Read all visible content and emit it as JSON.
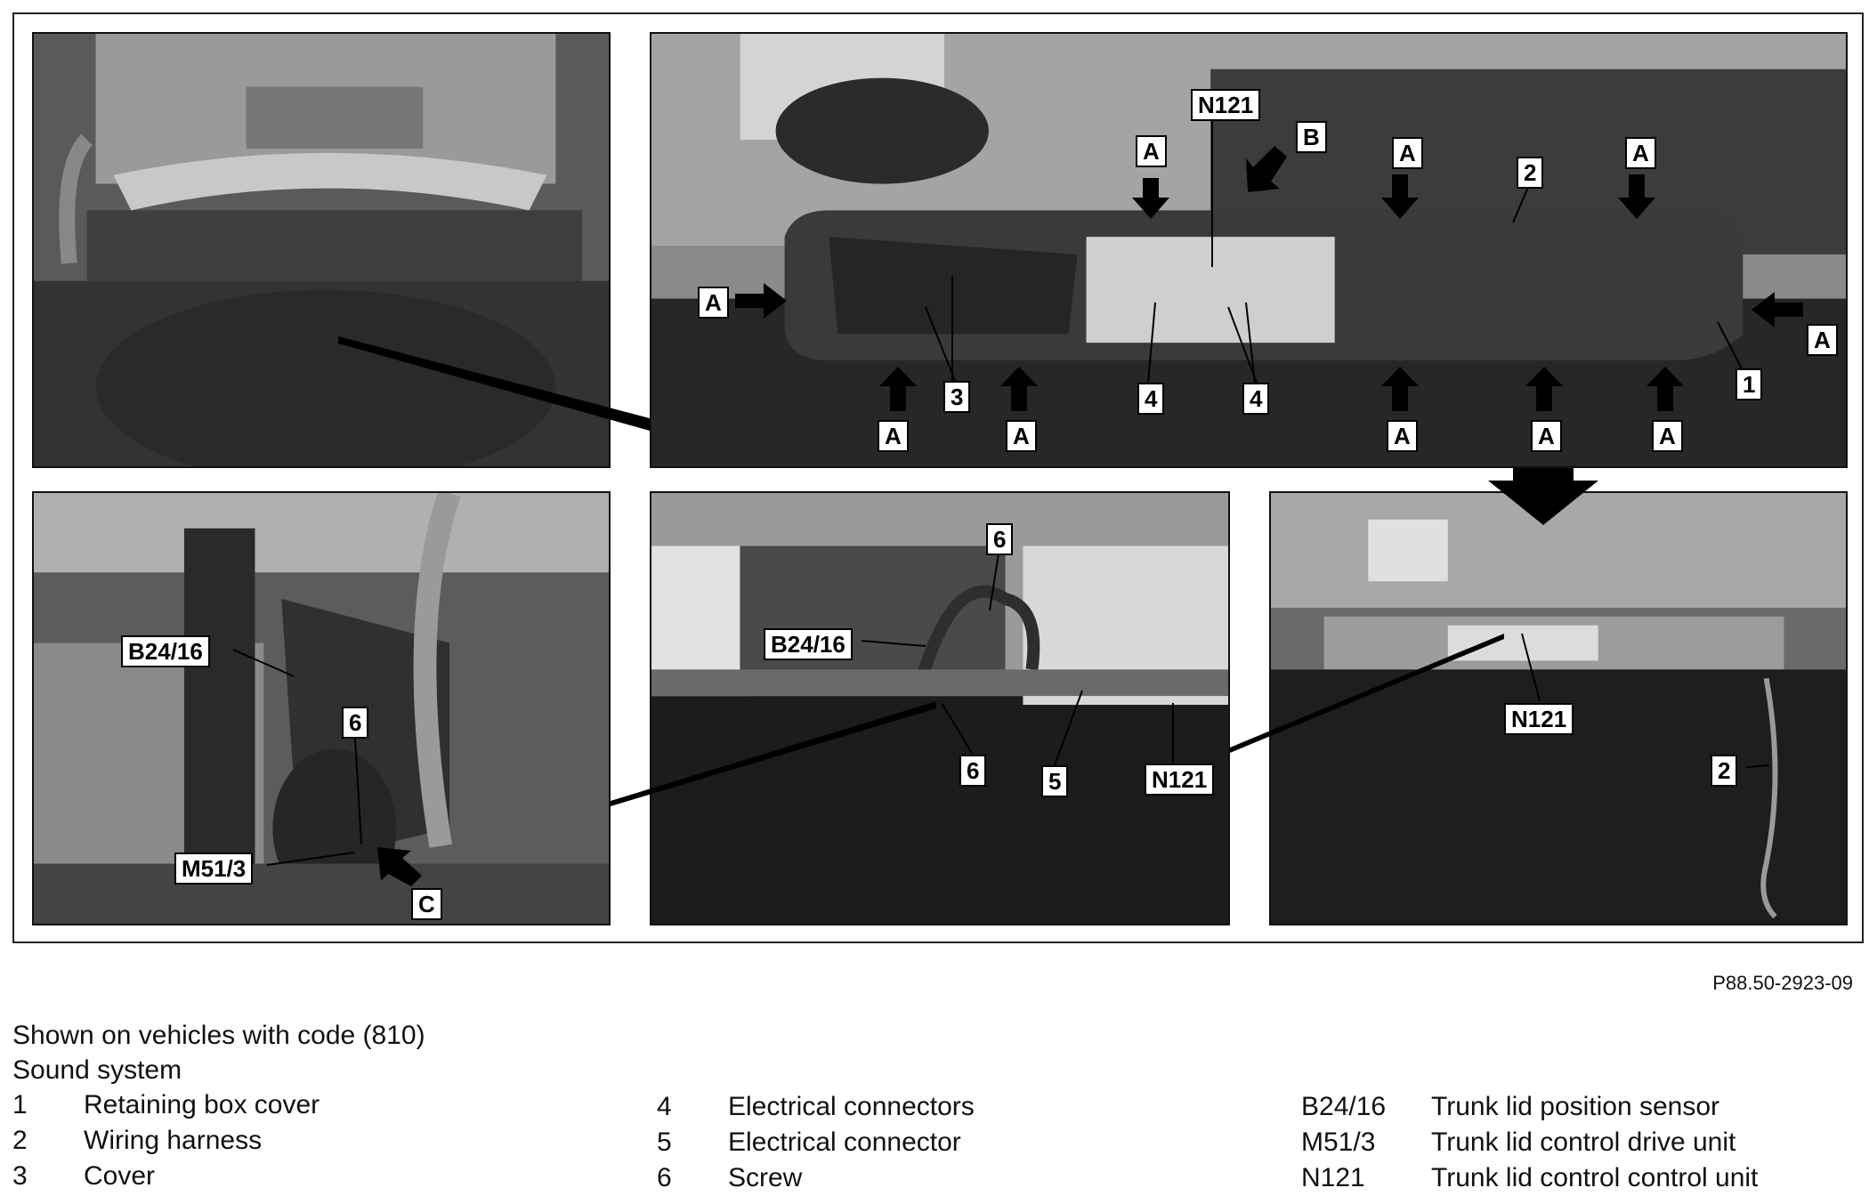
{
  "figure": {
    "code": "P88.50-2923-09",
    "labels": {
      "A": "A",
      "B": "B",
      "C": "C",
      "n1": "1",
      "n2": "2",
      "n3": "3",
      "n4": "4",
      "n5": "5",
      "n6": "6",
      "b24": "B24/16",
      "m51": "M51/3",
      "n121": "N121"
    }
  },
  "legend": {
    "intro": [
      "Shown on vehicles with code (810)",
      "Sound system"
    ],
    "col1": [
      {
        "key": "1",
        "text": "Retaining box cover"
      },
      {
        "key": "2",
        "text": "Wiring harness"
      },
      {
        "key": "3",
        "text": "Cover"
      }
    ],
    "col2": [
      {
        "key": "4",
        "text": "Electrical connectors"
      },
      {
        "key": "5",
        "text": "Electrical connector"
      },
      {
        "key": "6",
        "text": "Screw"
      }
    ],
    "col3": [
      {
        "key": "B24/16",
        "text": "Trunk lid position sensor"
      },
      {
        "key": "M51/3",
        "text": "Trunk lid control drive unit"
      },
      {
        "key": "N121",
        "text": "Trunk lid control control unit"
      }
    ]
  }
}
